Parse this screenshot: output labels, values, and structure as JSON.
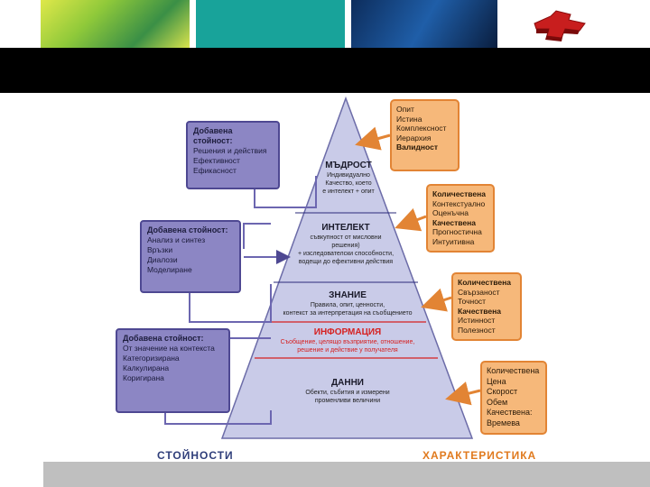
{
  "colors": {
    "value_box_fill": "#8c86c4",
    "value_box_border": "#4e4892",
    "char_box_fill": "#f6b87a",
    "char_box_border": "#e28434",
    "pyramid_fill": "#c9cbe8",
    "info_accent": "#d62020",
    "values_label": "#2f3e7a",
    "characteristics_label": "#e07a1e"
  },
  "pyramid": {
    "tiers": [
      {
        "title": "МЪДРОСТ",
        "desc": [
          "Индивидуално",
          "Качество, което",
          "е интелект + опит"
        ]
      },
      {
        "title": "ИНТЕЛЕКТ",
        "desc": [
          "съвкупност от мисловни",
          "решения)",
          "+ изследователски способности,",
          "водещи до ефективни действия"
        ]
      },
      {
        "title": "ЗНАНИЕ",
        "desc": [
          "Правила, опит, ценности,",
          "контекст за интерпретация на съобщението"
        ]
      },
      {
        "title": "ИНФОРМАЦИЯ",
        "desc": [
          "Съобщение, целящо възприятие, отношение,",
          "решение и действие у получателя"
        ]
      },
      {
        "title": "ДАННИ",
        "desc": [
          "Обекти, събития и измерени",
          "променливи величини"
        ]
      }
    ]
  },
  "value_boxes": [
    {
      "heading": "Добавена стойност:",
      "items": [
        "Решения и действия",
        "Ефективност",
        "Ефикасност"
      ]
    },
    {
      "heading": "Добавена стойност:",
      "items": [
        "Анализ и синтез",
        "Връзки",
        "Диалози",
        "Моделиране"
      ]
    },
    {
      "heading": "Добавена стойност:",
      "items": [
        "От значение на контекста",
        "Категоризирана",
        "Калкулирана",
        "Коригирана"
      ]
    }
  ],
  "characteristic_boxes": [
    {
      "lines": [
        "Опит",
        "Истина",
        "Комплексност",
        "Иерархия"
      ],
      "bold_last": "Валидност"
    },
    {
      "lines": [
        "Количествена",
        "Контекстуално",
        "Оценъчна",
        "Качествена",
        "Прогностична",
        "Интуитивна"
      ]
    },
    {
      "lines": [
        "Количествена",
        "Свързаност",
        "Точност",
        "Качествена",
        "Истинност",
        "Полезност"
      ]
    },
    {
      "lines": [
        "Количествена",
        "Цена",
        "Скорост",
        "Обем",
        "Качествена:",
        "Времева"
      ]
    }
  ],
  "footer": {
    "values_label": "СТОЙНОСТИ",
    "characteristics_label": "ХАРАКТЕРИСТИКА"
  }
}
